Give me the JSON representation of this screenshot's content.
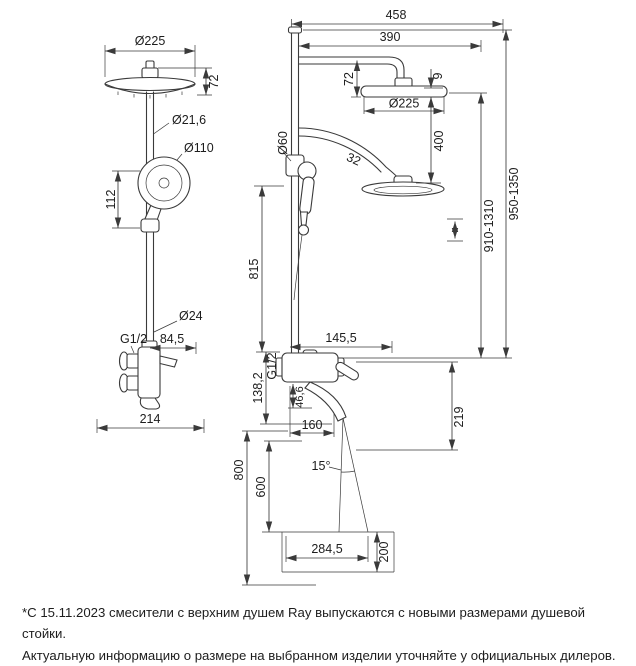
{
  "colors": {
    "line": "#3a3a3a",
    "ink": "#1d1d1d",
    "background": "#ffffff"
  },
  "side_view": {
    "head_diameter": "Ø225",
    "head_height": "72",
    "pipe_diameter": "Ø21,6",
    "handshower_diameter": "Ø110",
    "handshower_span": "112",
    "column_diameter": "Ø24",
    "thread": "G1/2",
    "thread_offset": "84,5",
    "base_width": "214"
  },
  "front_view": {
    "total_reach": "458",
    "arm_reach": "390",
    "head_height": "72",
    "head_rim": "9",
    "head_diameter": "Ø225",
    "head_drop": "400",
    "holder_diameter": "Ø60",
    "arm_diameter": "32",
    "total_height": "950-1350",
    "adjustable_height": "910-1310",
    "column_length": "815",
    "mixer_reach": "145,5",
    "thread": "G1/2",
    "spout_wall_offset": "46,6",
    "mixer_height": "138,2",
    "spout_reach": "160",
    "spout_drop": "219",
    "spout_angle": "15°",
    "mount_height_floor": "800",
    "mount_height_rim": "600",
    "stream_reach": "284,5",
    "stream_depth": "200"
  },
  "footer": {
    "line1": "*С 15.11.2023 смесители с верхним душем Ray выпускаются с новыми размерами душевой стойки.",
    "line2": "Актуальную информацию о размере на выбранном изделии уточняйте у официальных дилеров."
  }
}
